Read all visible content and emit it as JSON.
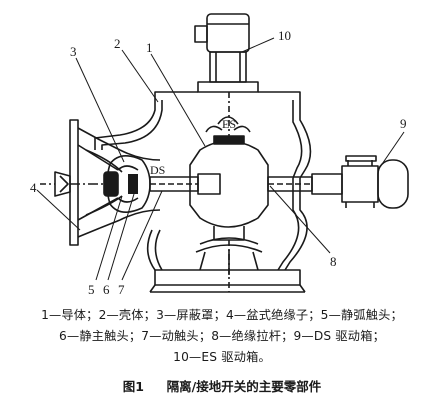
{
  "diagram": {
    "callouts": [
      "1",
      "2",
      "3",
      "4",
      "5",
      "6",
      "7",
      "8",
      "9",
      "10"
    ],
    "inline_labels": {
      "es": "ES",
      "ds": "DS"
    }
  },
  "legend": {
    "line1": "1—导体；2—壳体；3—屏蔽罩；4—盆式绝缘子；5—静弧触头；",
    "line2": "6—静主触头；7—动触头；8—绝缘拉杆；9—DS 驱动箱；",
    "line3": "10—ES 驱动箱。"
  },
  "caption": {
    "number": "图1",
    "title": "隔离/接地开关的主要零部件"
  }
}
